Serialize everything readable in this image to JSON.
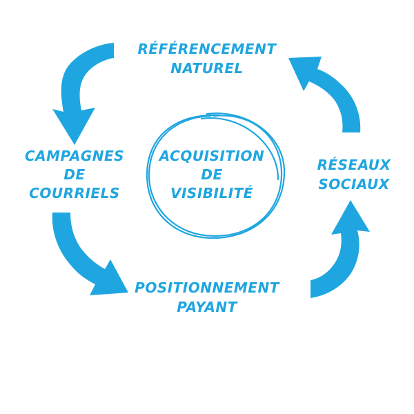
{
  "diagram": {
    "accent_color": "#1FA6E0",
    "center": {
      "lines": [
        "ACQUISITION",
        "DE",
        "VISIBILITÉ"
      ]
    },
    "nodes": {
      "top": {
        "lines": [
          "RÉFÉRENCEMENT",
          "NATUREL"
        ]
      },
      "left": {
        "lines": [
          "CAMPAGNES",
          "DE",
          "COURRIELS"
        ]
      },
      "bottom": {
        "lines": [
          "POSITIONNEMENT",
          "PAYANT"
        ]
      },
      "right": {
        "lines": [
          "RÉSEAUX",
          "SOCIAUX"
        ]
      }
    }
  }
}
